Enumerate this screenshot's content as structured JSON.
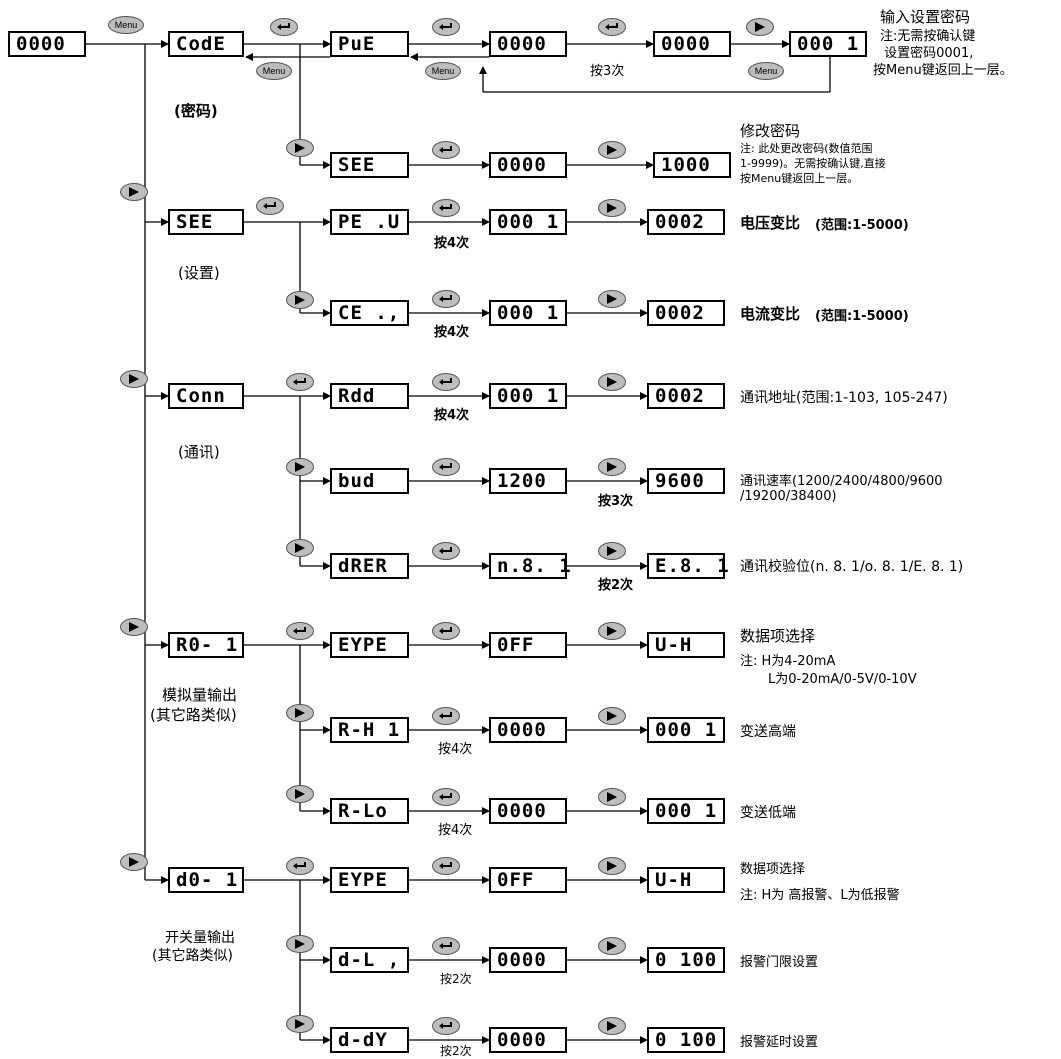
{
  "boxes": {
    "root": "0000",
    "code": "CodE",
    "put": "PuE",
    "put_v1": "0000",
    "put_v2": "0000",
    "put_v3": "000 1",
    "set_code": "SEE",
    "set_code_v1": "0000",
    "set_code_v2": "1000",
    "set": "SEE",
    "ptu": "PE .U",
    "ptu_v1": "000 1",
    "ptu_v2": "0002",
    "cti": "CE .,",
    "cti_v1": "000 1",
    "cti_v2": "0002",
    "conn": "Conn",
    "add": "Rdd",
    "add_v1": "000 1",
    "add_v2": "0002",
    "bud": "bud",
    "bud_v1": "1200",
    "bud_v2": "9600",
    "data": "dRER",
    "data_v1": "n.8. 1",
    "data_v2": "E.8. 1",
    "ao": "R0- 1",
    "ao_type": "EYPE",
    "ao_type_v1": "0FF",
    "ao_type_v2": "U-H",
    "ahi": "R-H 1",
    "ahi_v1": "0000",
    "ahi_v2": "000 1",
    "alo": "R-Lo",
    "alo_v1": "0000",
    "alo_v2": "000 1",
    "do": "d0- 1",
    "do_type": "EYPE",
    "do_type_v1": "0FF",
    "do_type_v2": "U-H",
    "dli": "d-L ,",
    "dli_v1": "0000",
    "dli_v2": "0 100",
    "ddy": "d-dY",
    "ddy_v1": "0000",
    "ddy_v2": "0 100"
  },
  "keys": {
    "menu": "Menu"
  },
  "labels": {
    "code_cn": "(密码)",
    "set_cn": "(设置)",
    "conn_cn": "(通讯)",
    "ao_cn_1": "模拟量输出",
    "ao_cn_2": "(其它路类似)",
    "do_cn_1": "开关量输出",
    "do_cn_2": "(其它路类似)",
    "press3_put": "按3次",
    "press4_ptu": "按4次",
    "press4_cti": "按4次",
    "press4_add": "按4次",
    "press3_bud": "按3次",
    "press2_data": "按2次",
    "press4_ahi": "按4次",
    "press4_alo": "按4次",
    "press2_dli": "按2次",
    "press2_ddy": "按2次"
  },
  "notes": {
    "put_1": "输入设置密码",
    "put_2": "注:无需按确认键",
    "put_3": " 设置密码0001,",
    "put_4": "按Menu键返回上一层。",
    "set_1": "修改密码",
    "set_2": "注: 此处更改密码(数值范围",
    "set_3": "1-9999)。无需按确认键,直接",
    "set_4": "按Menu键返回上一层。",
    "ptu": "电压变比",
    "ptu_range": "(范围:1-5000)",
    "cti": "电流变比",
    "cti_range": "(范围:1-5000)",
    "add": "通讯地址(范围:1-103, 105-247)",
    "bud_1": "通讯速率(1200/2400/4800/9600",
    "bud_2": "/19200/38400)",
    "data": "通讯校验位(n. 8. 1/o. 8. 1/E. 8. 1)",
    "ao_type_1": "数据项选择",
    "ao_type_2": "注: H为4-20mA",
    "ao_type_3": "L为0-20mA/0-5V/0-10V",
    "ahi": "变送高端",
    "alo": "变送低端",
    "do_type_1": "数据项选择",
    "do_type_2": "注: H为 高报警、L为低报警",
    "dli": "报警门限设置",
    "ddy": "报警延时设置"
  }
}
